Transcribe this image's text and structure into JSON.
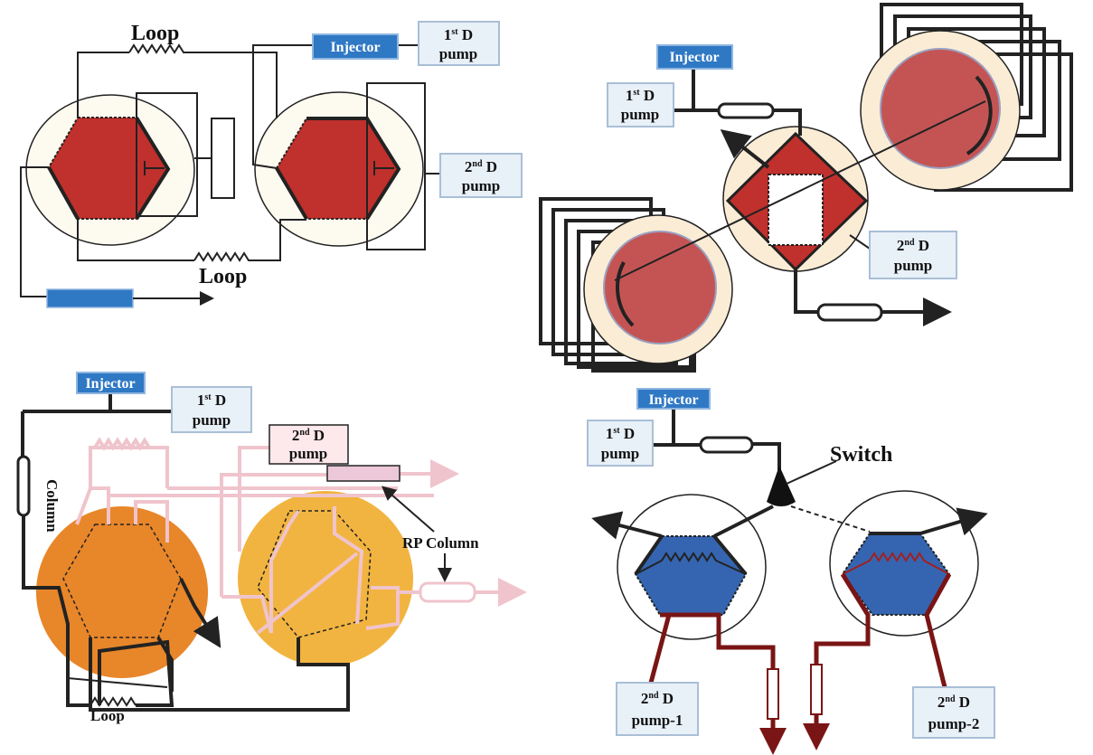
{
  "colors": {
    "valve_red": "#c0302c",
    "valve_blue": "#3565b0",
    "column_blue": "#2f78c4",
    "rotor_cream": "#fbecd5",
    "orange_valve": "#e8862a",
    "yellow_valve": "#f2b440",
    "pink_line": "#f0c4cc",
    "dark_red_line": "#7a1515"
  },
  "panel_a": {
    "loop_top": "Loop",
    "loop_bottom": "Loop",
    "injector": "Injector",
    "pump1": {
      "num": "1",
      "sup": "st",
      "rest": " D",
      "line2": "pump"
    },
    "pump2": {
      "num": "2",
      "sup": "nd",
      "rest": " D",
      "line2": "pump"
    }
  },
  "panel_b": {
    "injector": "Injector",
    "pump1": {
      "num": "1",
      "sup": "st",
      "rest": " D",
      "line2": "pump"
    },
    "pump2": {
      "num": "2",
      "sup": "nd",
      "rest": " D",
      "line2": "pump"
    }
  },
  "panel_c": {
    "injector": "Injector",
    "pump1": {
      "num": "1",
      "sup": "st",
      "rest": " D",
      "line2": "pump"
    },
    "pump2": {
      "num": "2",
      "sup": "nd",
      "rest": " D",
      "line2": "pump"
    },
    "column": "Column",
    "rp_column": "RP Column",
    "loop": "Loop"
  },
  "panel_d": {
    "injector": "Injector",
    "pump1": {
      "num": "1",
      "sup": "st",
      "rest": " D",
      "line2": "pump"
    },
    "switch": "Switch",
    "pump2_1": {
      "num": "2",
      "sup": "nd",
      "rest": " D",
      "line2": "pump-1"
    },
    "pump2_2": {
      "num": "2",
      "sup": "nd",
      "rest": " D",
      "line2": "pump-2"
    }
  }
}
